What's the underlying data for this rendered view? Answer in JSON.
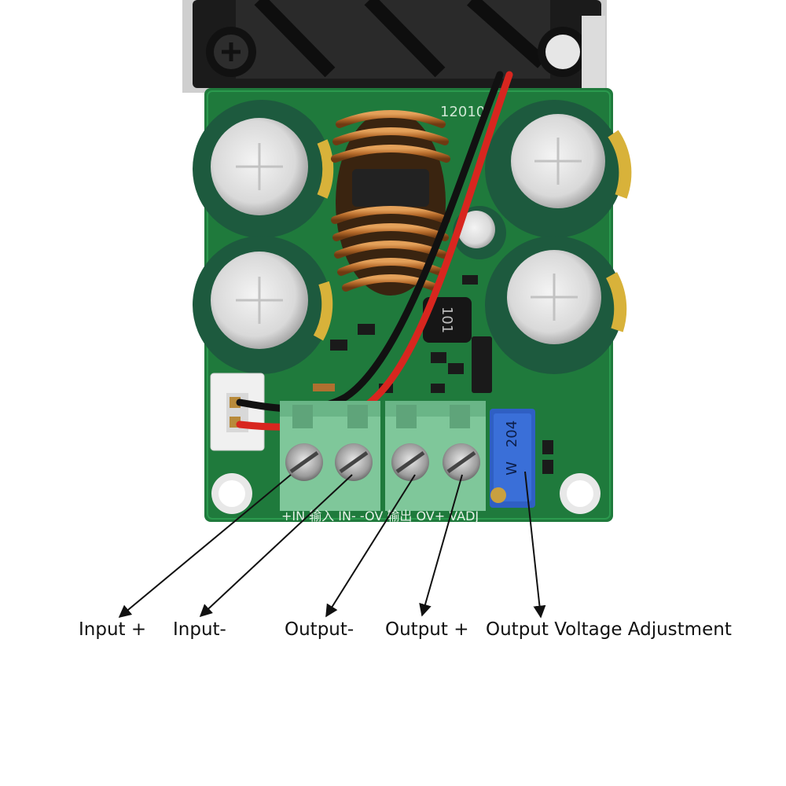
{
  "board": {
    "pcb_model": "12010",
    "terminal_silkscreen": "+IN 输入 IN-  -OV 输出 OV+  VADJ",
    "potentiometer_code": "204",
    "potentiometer_mark": "W",
    "inductor_code": "101",
    "colors": {
      "pcb": "#1f7a3c",
      "capacitor": "#1d5a3e",
      "capacitor_stripe": "#d8b23a",
      "terminal": "#7fc79a",
      "coil": "#b06a2a",
      "fan": "#1b1b1b",
      "pot": "#2f5fc4",
      "wire_red": "#d8261f",
      "wire_black": "#111111"
    }
  },
  "callouts": {
    "input_plus": "Input +",
    "input_minus": "Input-",
    "output_minus": "Output-",
    "output_plus": "Output +",
    "vadj": "Output Voltage Adjustment"
  }
}
